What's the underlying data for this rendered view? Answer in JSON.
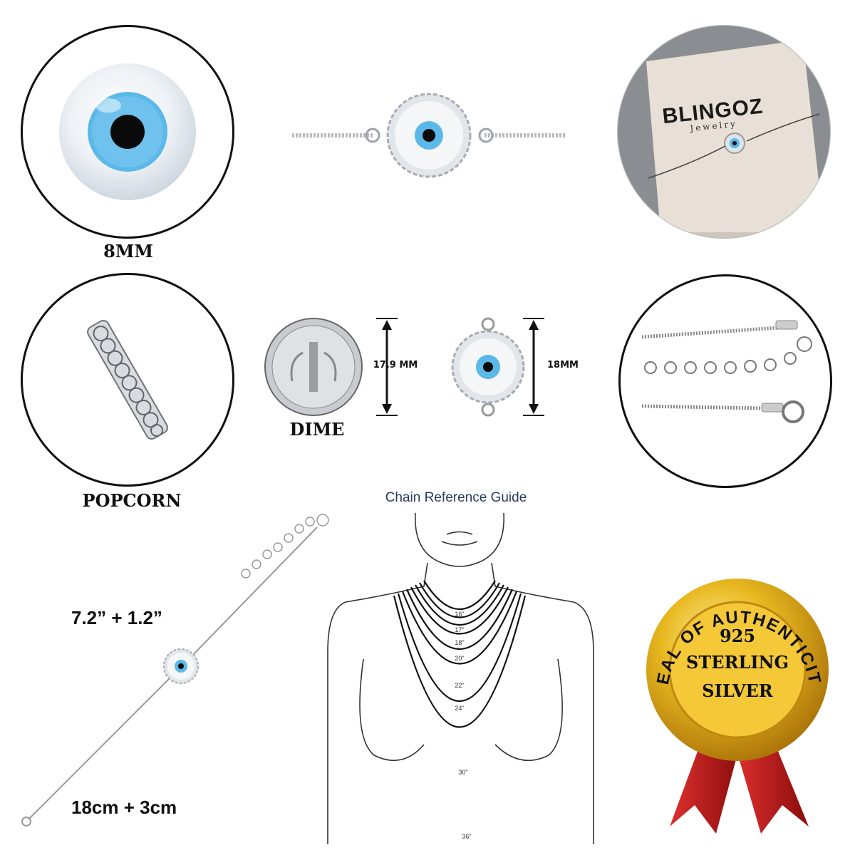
{
  "top": {
    "bead_size_label": "8MM"
  },
  "box_photo": {
    "brand_name": "BLINGOZ",
    "brand_sub": "Jewelry"
  },
  "middle": {
    "chain_type_label": "POPCORN",
    "dime_label": "DIME",
    "dime_size": "17.9 MM",
    "charm_size": "18MM"
  },
  "bottom": {
    "length_in": "7.2” + 1.2”",
    "length_cm": "18cm + 3cm",
    "guide_title": "Chain Reference Guide",
    "chain_lengths": [
      "16\"",
      "17\"",
      "18\"",
      "20\"",
      "22\"",
      "24\"",
      "30\"",
      "36\""
    ]
  },
  "seal": {
    "arc_text": "SEAL OF AUTHENTICITY",
    "line1": "925",
    "line2": "STERLING",
    "line3": "SILVER"
  },
  "colors": {
    "eye_blue": "#5bb8e8",
    "eye_pupil": "#0a0a0a",
    "pearl": "#eef2f6",
    "silver": "#b8bcc2",
    "gold": "#e8b820",
    "ribbon_red": "#b01818"
  }
}
